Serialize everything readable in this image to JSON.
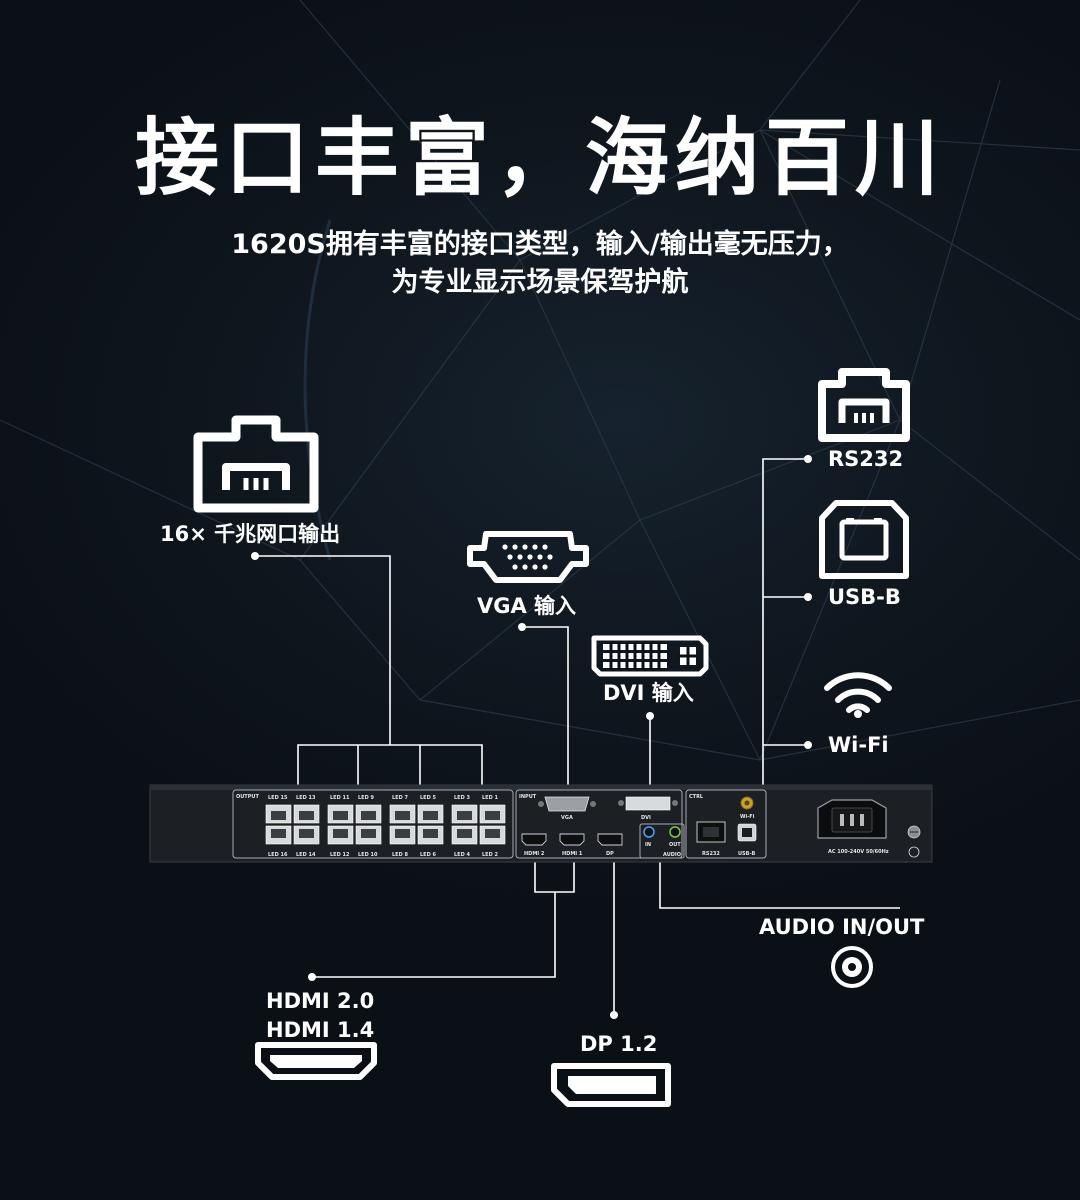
{
  "header": {
    "title": "接口丰富，海纳百川",
    "subtitle_line1": "1620S拥有丰富的接口类型，输入/输出毫无压力，",
    "subtitle_line2": "为专业显示场景保驾护航"
  },
  "callouts": {
    "led_out": "16× 千兆网口输出",
    "vga": "VGA 输入",
    "dvi": "DVI 输入",
    "rs232": "RS232",
    "usb_b": "USB-B",
    "wifi": "Wi-Fi",
    "audio": "AUDIO IN/OUT",
    "hdmi_20": "HDMI 2.0",
    "hdmi_14": "HDMI 1.4",
    "dp": "DP 1.2"
  },
  "panel": {
    "output": "OUTPUT",
    "input": "INPUT",
    "ctrl": "CTRL",
    "led_top": [
      "LED 15",
      "LED 13",
      "LED 11",
      "LED 9",
      "LED 7",
      "LED 5",
      "LED 3",
      "LED 1"
    ],
    "led_bottom": [
      "LED 16",
      "LED 14",
      "LED 12",
      "LED 10",
      "LED 8",
      "LED 6",
      "LED 4",
      "LED 2"
    ],
    "vga": "VGA",
    "dvi": "DVI",
    "hdmi2": "HDMI 2",
    "hdmi1": "HDMI 1",
    "dp": "DP",
    "audio_in": "IN",
    "audio_out": "OUT",
    "audio": "AUDIO",
    "rs232": "RS232",
    "usb_b": "USB-B",
    "wifi": "Wi-Fi",
    "power": "AC 100-240V 50/60Hz"
  },
  "colors": {
    "background": "#0d1218",
    "text": "#ffffff",
    "panel": "#1c1f24",
    "line": "#ffffff"
  }
}
